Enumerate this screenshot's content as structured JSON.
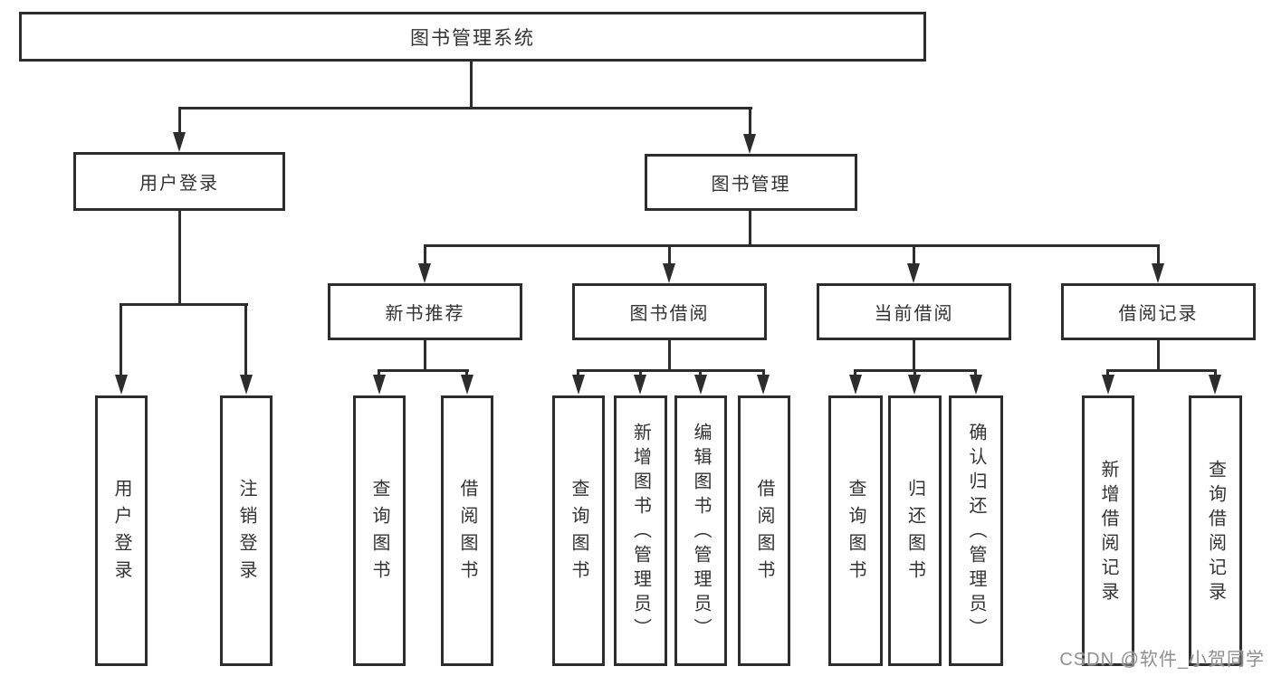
{
  "diagram": {
    "title": "图书管理系统",
    "watermark": "CSDN @软件_小贺同学",
    "colors": {
      "line": "#2d2d2d",
      "text": "#333333",
      "watermark_gray": "#8f8f8f",
      "background": "#ffffff"
    },
    "tree": {
      "root": "图书管理系统",
      "l2": {
        "user_login": "用户登录",
        "book_mgmt": "图书管理"
      },
      "l3": {
        "new_rec": "新书推荐",
        "borrow": "图书借阅",
        "current": "当前借阅",
        "records": "借阅记录"
      },
      "leaves": {
        "login": "用户登录",
        "logout": "注销登录",
        "rec_query": "查询图书",
        "rec_borrow": "借阅图书",
        "bb_query": "查询图书",
        "bb_add": "新增图书（管理员）",
        "bb_edit": "编辑图书（管理员）",
        "bb_borrow": "借阅图书",
        "cb_query": "查询图书",
        "cb_return": "归还图书",
        "cb_confirm": "确认归还（管理员）",
        "br_add": "新增借阅记录",
        "br_query": "查询借阅记录"
      }
    }
  }
}
